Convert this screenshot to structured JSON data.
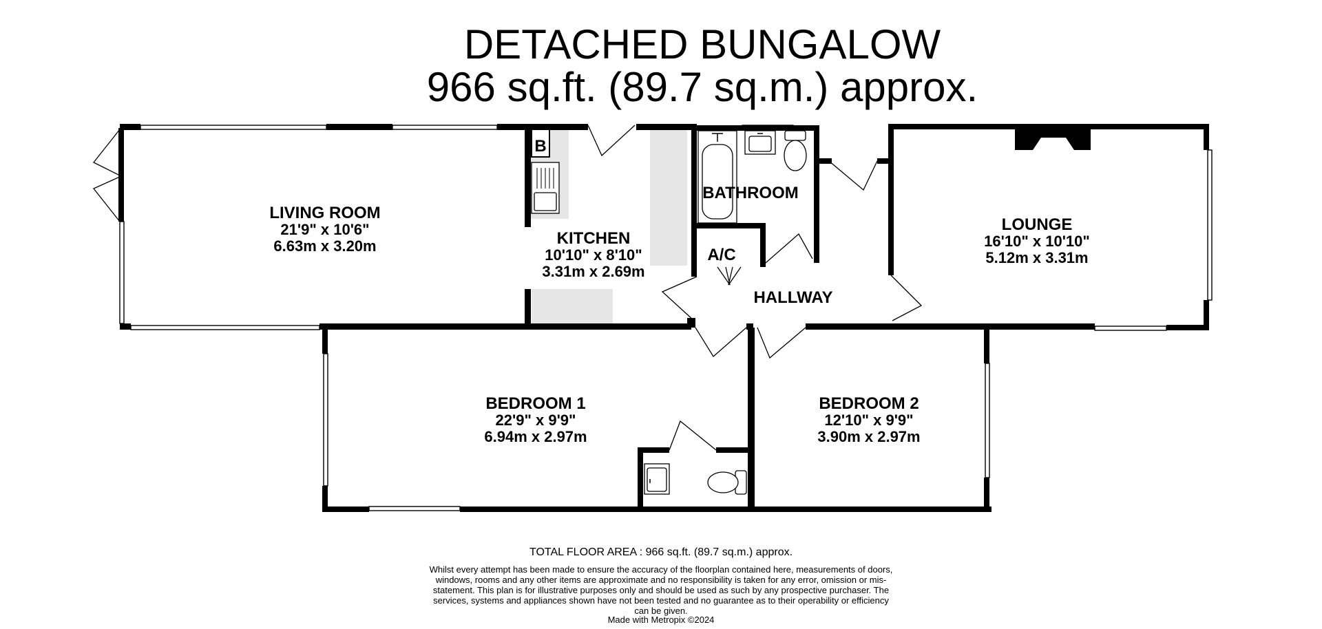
{
  "header": {
    "title_line1": "DETACHED BUNGALOW",
    "title_line2": "966 sq.ft. (89.7 sq.m.) approx."
  },
  "rooms": {
    "living_room": {
      "name": "LIVING ROOM",
      "imperial": "21'9\"  x 10'6\"",
      "metric": "6.63m  x 3.20m"
    },
    "kitchen": {
      "name": "KITCHEN",
      "imperial": "10'10\"  x 8'10\"",
      "metric": "3.31m  x 2.69m"
    },
    "bathroom": {
      "name": "BATHROOM"
    },
    "ac": {
      "name": "A/C"
    },
    "hallway": {
      "name": "HALLWAY"
    },
    "lounge": {
      "name": "LOUNGE",
      "imperial": "16'10\"  x 10'10\"",
      "metric": "5.12m  x 3.31m"
    },
    "bedroom1": {
      "name": "BEDROOM 1",
      "imperial": "22'9\"  x 9'9\"",
      "metric": "6.94m  x 2.97m"
    },
    "bedroom2": {
      "name": "BEDROOM 2",
      "imperial": "12'10\"  x 9'9\"",
      "metric": "3.90m  x 2.97m"
    }
  },
  "fixtures": {
    "boiler_label": "B"
  },
  "footer": {
    "total_area": "TOTAL FLOOR AREA : 966 sq.ft. (89.7 sq.m.) approx.",
    "disclaimer": "Whilst every attempt has been made to ensure the accuracy of the floorplan contained here, measurements of doors, windows, rooms and any other items are approximate and no responsibility is taken for any error, omission or mis-statement. This plan is for illustrative purposes only and should be used as such by any prospective purchaser. The services, systems and appliances shown have not been tested and no guarantee as to their operability or efficiency can be given.",
    "made_with": "Made with Metropix ©2024"
  }
}
